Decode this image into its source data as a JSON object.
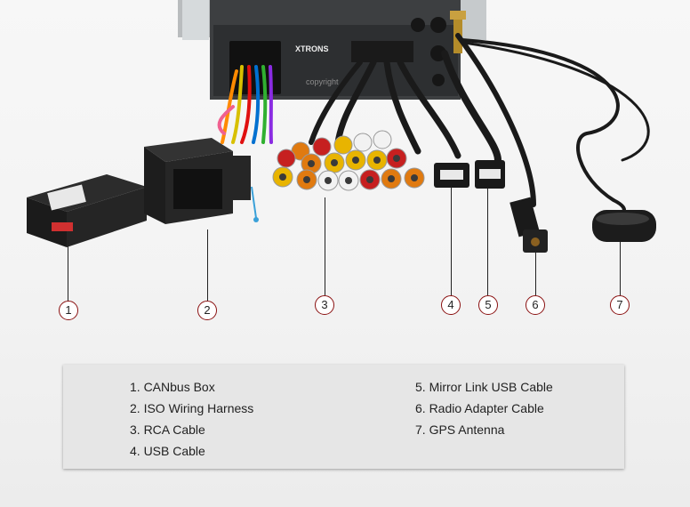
{
  "photo": {
    "brand_text": "XTRONS",
    "watermark_text": "copyright"
  },
  "callouts": [
    "1",
    "2",
    "3",
    "4",
    "5",
    "6",
    "7"
  ],
  "legend": {
    "items": [
      "1. CANbus Box",
      "2. ISO Wiring Harness",
      "3. RCA Cable",
      "4. USB Cable",
      "5. Mirror Link USB Cable",
      "6. Radio Adapter Cable",
      "7. GPS Antenna"
    ]
  },
  "colors": {
    "callout_ring": "#8a1010",
    "legend_bg": "#e6e6e6",
    "rca_red": "#c62020",
    "rca_yellow": "#e8b400",
    "rca_white": "#f2f2f2",
    "rca_orange": "#e07a10"
  }
}
